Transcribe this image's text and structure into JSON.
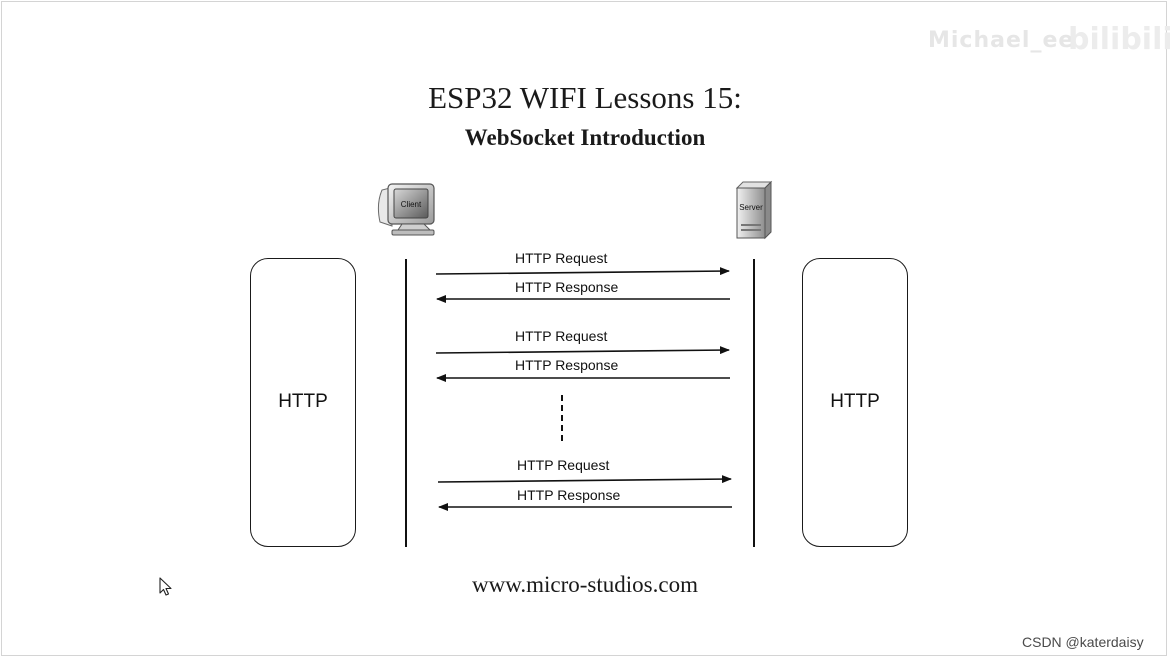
{
  "slide": {
    "title": "ESP32 WIFI Lessons 15:",
    "subtitle": "WebSocket Introduction",
    "website": "www.micro-studios.com",
    "watermark": "Michael_ee",
    "watermark_logo": "bilibili",
    "credit": "CSDN @katerdaisy"
  },
  "diagram": {
    "client_label": "Client",
    "server_label": "Server",
    "left_protocol": "HTTP",
    "right_protocol": "HTTP",
    "messages": [
      {
        "label": "HTTP Request",
        "direction": "client-to-server"
      },
      {
        "label": "HTTP Response",
        "direction": "server-to-client"
      },
      {
        "label": "HTTP Request",
        "direction": "client-to-server"
      },
      {
        "label": "HTTP Response",
        "direction": "server-to-client"
      },
      {
        "label": "HTTP Request",
        "direction": "client-to-server"
      },
      {
        "label": "HTTP Response",
        "direction": "server-to-client"
      }
    ]
  }
}
